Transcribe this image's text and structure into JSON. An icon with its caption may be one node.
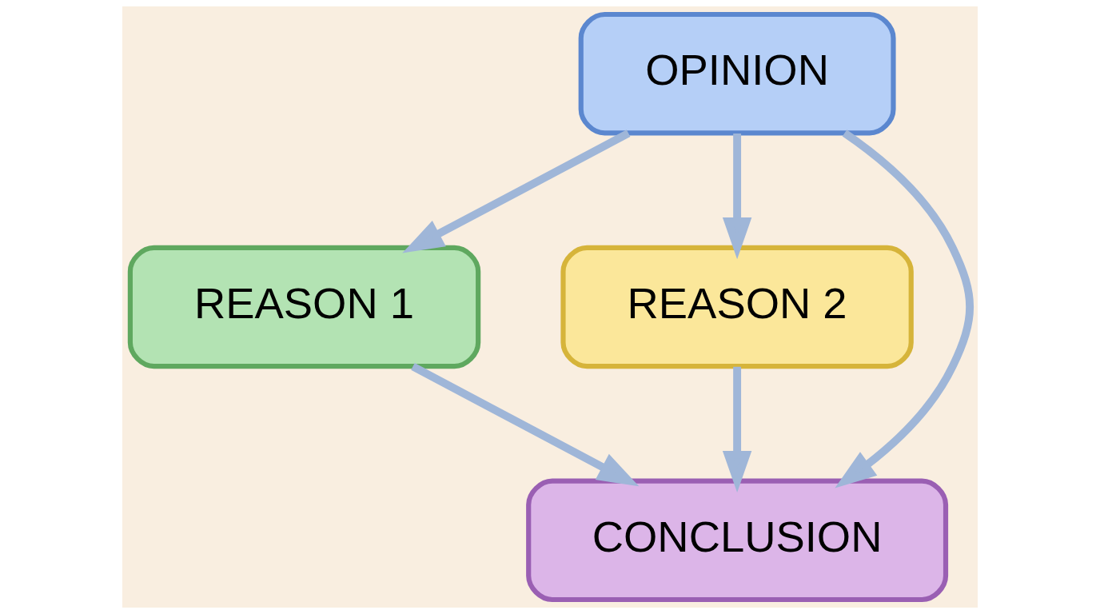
{
  "diagram": {
    "nodes": [
      {
        "text": [
          "OPINION"
        ]
      },
      {
        "text": [
          "REASON 1"
        ]
      },
      {
        "text": [
          "REASON 2"
        ]
      },
      {
        "text": [
          "CONCLUSION"
        ]
      }
    ],
    "edges": [
      {
        "from": 0,
        "to": 1,
        "arrow": "to"
      },
      {
        "from": 0,
        "to": 2,
        "arrow": "to"
      },
      {
        "from": 1,
        "to": 3,
        "arrow": "to"
      },
      {
        "from": 2,
        "to": 3,
        "arrow": "to"
      },
      {
        "from": 0,
        "to": 3,
        "arrow": "to"
      }
    ]
  }
}
